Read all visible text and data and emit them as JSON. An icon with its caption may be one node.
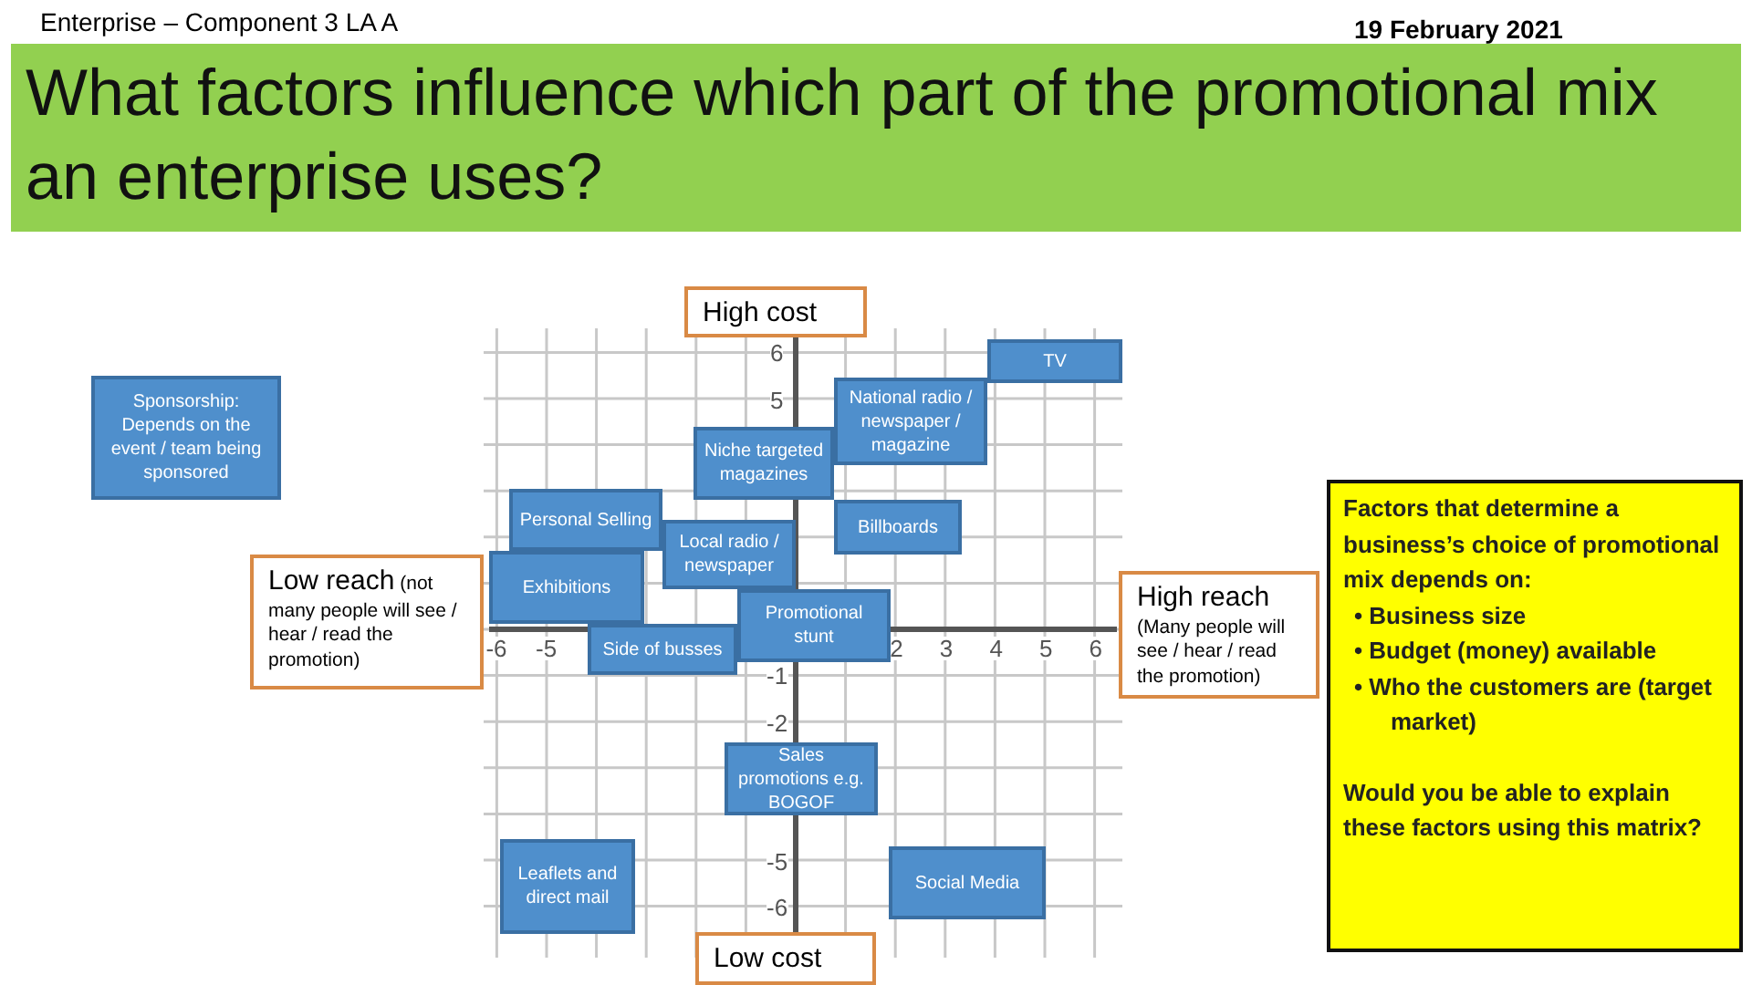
{
  "diagram": {
    "title": "What factors influence which part of the promotional mix an enterprise uses?",
    "nodes": [
      {
        "text": [
          "High cost"
        ]
      },
      {
        "text": [
          "TV"
        ]
      },
      {
        "text": [
          "Sponsorship: Depends on the event / team being sponsored"
        ]
      },
      {
        "text": [
          "National radio / newspaper / magazine"
        ]
      },
      {
        "text": [
          "Niche targeted magazines"
        ]
      },
      {
        "text": [
          "Personal Selling"
        ]
      },
      {
        "text": [
          "Billboards"
        ]
      },
      {
        "text": [
          "Local radio / newspaper"
        ]
      },
      {
        "text": [
          "Low reach",
          "(not many people will see / hear / read the promotion)"
        ]
      },
      {
        "text": [
          "Exhibitions"
        ]
      },
      {
        "text": [
          "Side of busses"
        ]
      },
      {
        "text": [
          "Promotional stunt"
        ]
      },
      {
        "text": [
          "High reach",
          "(Many people will see / hear / read the promotion)"
        ]
      },
      {
        "text": [
          "Sales promotions e.g. BOGOF"
        ]
      },
      {
        "text": [
          "Leaflets and direct mail"
        ]
      },
      {
        "text": [
          "Social Media"
        ]
      },
      {
        "text": [
          "Low cost"
        ]
      },
      {
        "text": [
          "Factors that determine a business’s choice of promotional mix depends on:",
          "• Business size",
          "• Budget (money) available",
          "• Who the customers are (target market)",
          "Would you be able to explain these factors using this matrix?"
        ]
      }
    ],
    "labels": [
      "Enterprise – Component 3 LA A",
      "19 February 2021",
      "6",
      "5",
      "-1",
      "-2",
      "-5",
      "-6",
      "-6",
      "-5",
      "2",
      "3",
      "4",
      "5",
      "6"
    ]
  }
}
